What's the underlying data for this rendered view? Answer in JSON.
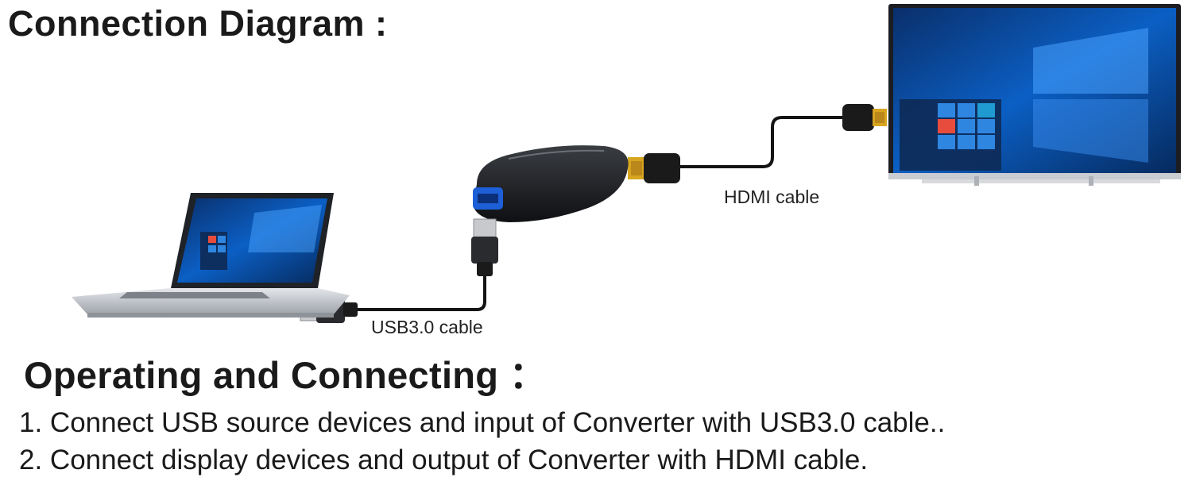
{
  "title": "Connection Diagram :",
  "subtitle": "Operating and Connecting ：",
  "cables": {
    "hdmi_label": "HDMI cable",
    "usb_label": "USB3.0 cable"
  },
  "steps": [
    "1. Connect USB source devices and input of Converter with USB3.0 cable..",
    "2. Connect display devices and output of Converter with HDMI cable."
  ]
}
